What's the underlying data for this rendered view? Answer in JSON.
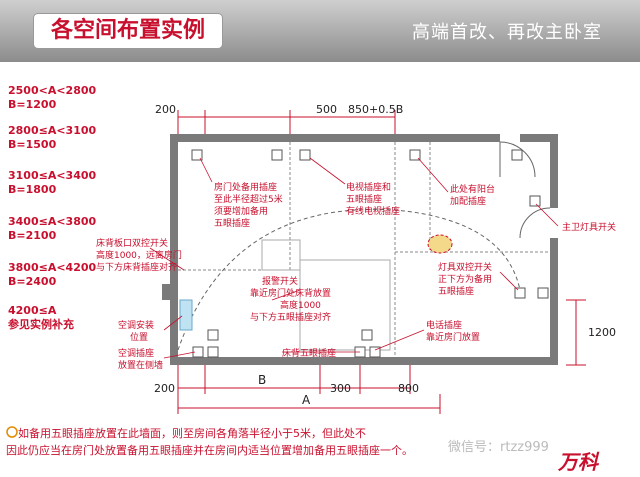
{
  "header": {
    "title": "各空间布置实例",
    "subtitle": "高端首改、再改主卧室"
  },
  "rules": [
    {
      "range": "2500<A<2800",
      "value": "B=1200"
    },
    {
      "range": "2800≤A<3100",
      "value": "B=1500"
    },
    {
      "range": "3100≤A<3400",
      "value": "B=1800"
    },
    {
      "range": "3400≤A<3800",
      "value": "B=2100"
    },
    {
      "range": "3800≤A<4200",
      "value": "B=2400"
    },
    {
      "range": "4200≤A",
      "value": "参见实例补充"
    }
  ],
  "dimensions": {
    "top_left": "200",
    "top_mid": "500",
    "top_formula": "850+0.5B",
    "bottom_left": "200",
    "bottom_b": "B",
    "bottom_300": "300",
    "bottom_800": "800",
    "bottom_a": "A",
    "right_1200": "1200"
  },
  "annotations": {
    "door_socket": [
      "房门处备用插座",
      "至此半径超过5米",
      "须要增加备用",
      "五眼插座"
    ],
    "tv_socket": [
      "电视插座和",
      "五眼插座",
      "有线电视插座"
    ],
    "balcony": [
      "此处有阳台",
      "加配插座"
    ],
    "bathroom_light": "主卫灯具开关",
    "bedside_switch": [
      "床背板口双控开关",
      "高度1000，远离房门",
      "与下方床背插座对齐"
    ],
    "alarm_switch": [
      "报警开关",
      "靠近房门处床背放置",
      "高度1000",
      "与下方五眼插座对齐"
    ],
    "lamp_switch": [
      "灯具双控开关",
      "正下方为备用",
      "五眼插座"
    ],
    "ac_install": [
      "空调安装",
      "位置"
    ],
    "ac_socket": [
      "空调插座",
      "放置在侧墙"
    ],
    "bed_socket": "床背五眼插座",
    "phone_socket": [
      "电话插座",
      "靠近房门放置"
    ]
  },
  "footer": {
    "line1": "如备用五眼插座放置在此墙面，则至房间各角落半径小于5米，但此处不",
    "line2": "因此仍应当在房门处放置备用五眼插座并在房间内适当位置增加备用五眼插座一个。"
  },
  "watermark": "微信号：rtzz999",
  "brand": "万科",
  "colors": {
    "accent": "#c8102e",
    "wall": "#7a7a7a",
    "header_top": "#cfcfcf",
    "header_bottom": "#8c8c8c"
  }
}
